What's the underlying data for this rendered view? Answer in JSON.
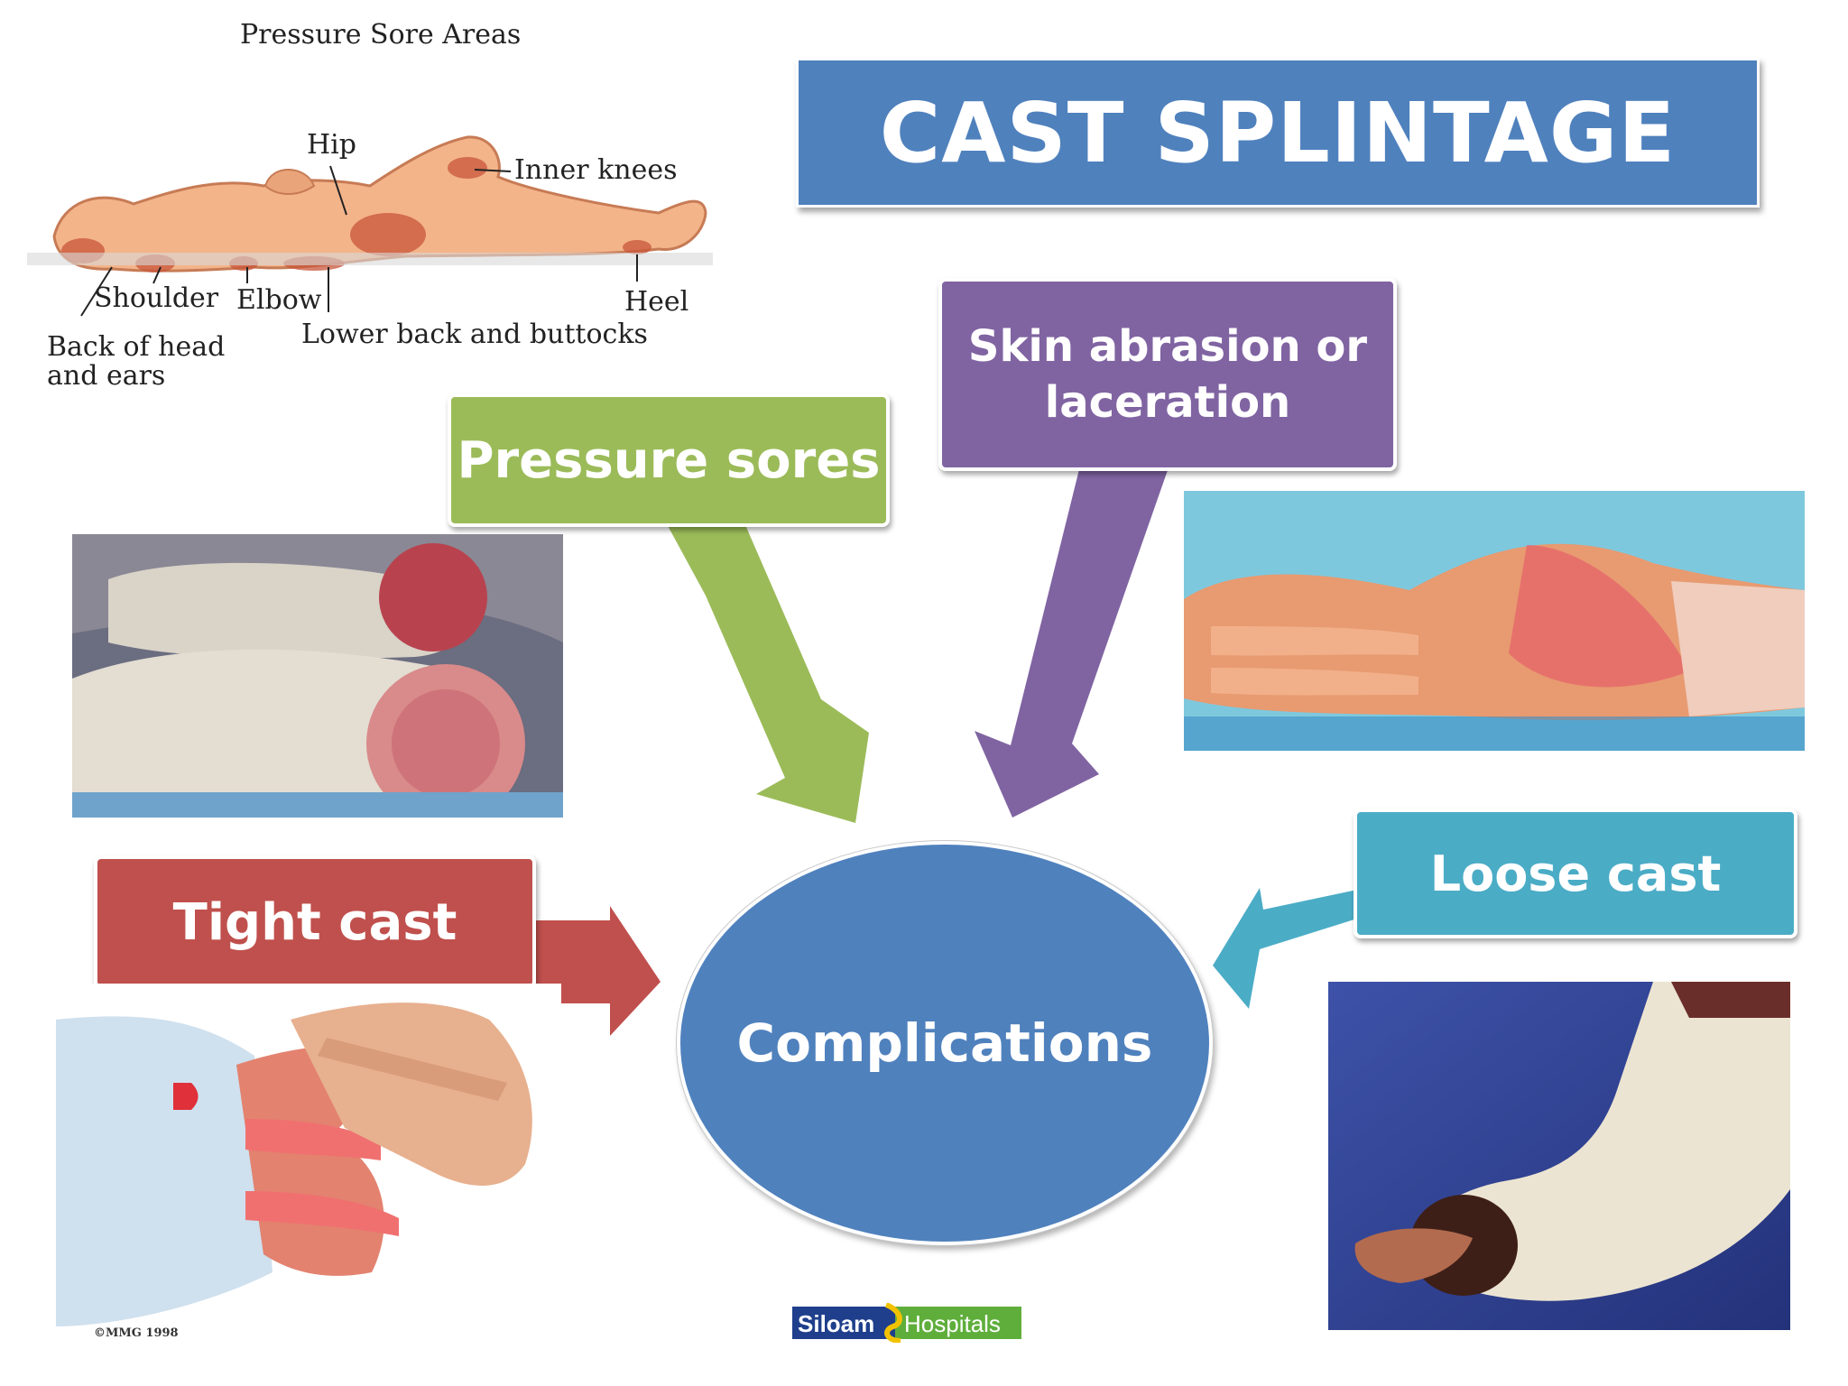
{
  "slide": {
    "title": "CAST SPLINTAGE",
    "center": "Complications",
    "boxes": {
      "pressure_sores": "Pressure sores",
      "skin_abrasion": "Skin abrasion or laceration",
      "tight_cast": "Tight cast",
      "loose_cast": "Loose cast"
    }
  },
  "diagram": {
    "heading": "Pressure Sore Areas",
    "labels": {
      "hip": "Hip",
      "inner_knees": "Inner knees",
      "shoulder": "Shoulder",
      "elbow": "Elbow",
      "heel": "Heel",
      "lower_back": "Lower back and buttocks",
      "back_of_head_line1": "Back of head",
      "back_of_head_line2": "and ears"
    }
  },
  "photo_credit": "©MMG 1998",
  "logo": {
    "name": "Siloam Hospitals",
    "part1": "Siloam",
    "part2": "Hospitals"
  },
  "colors": {
    "title_blue": "#4f81bd",
    "green": "#9bbb59",
    "purple": "#8064a2",
    "red": "#c0504d",
    "teal": "#4bacc6",
    "center_blue": "#4f81bd"
  }
}
